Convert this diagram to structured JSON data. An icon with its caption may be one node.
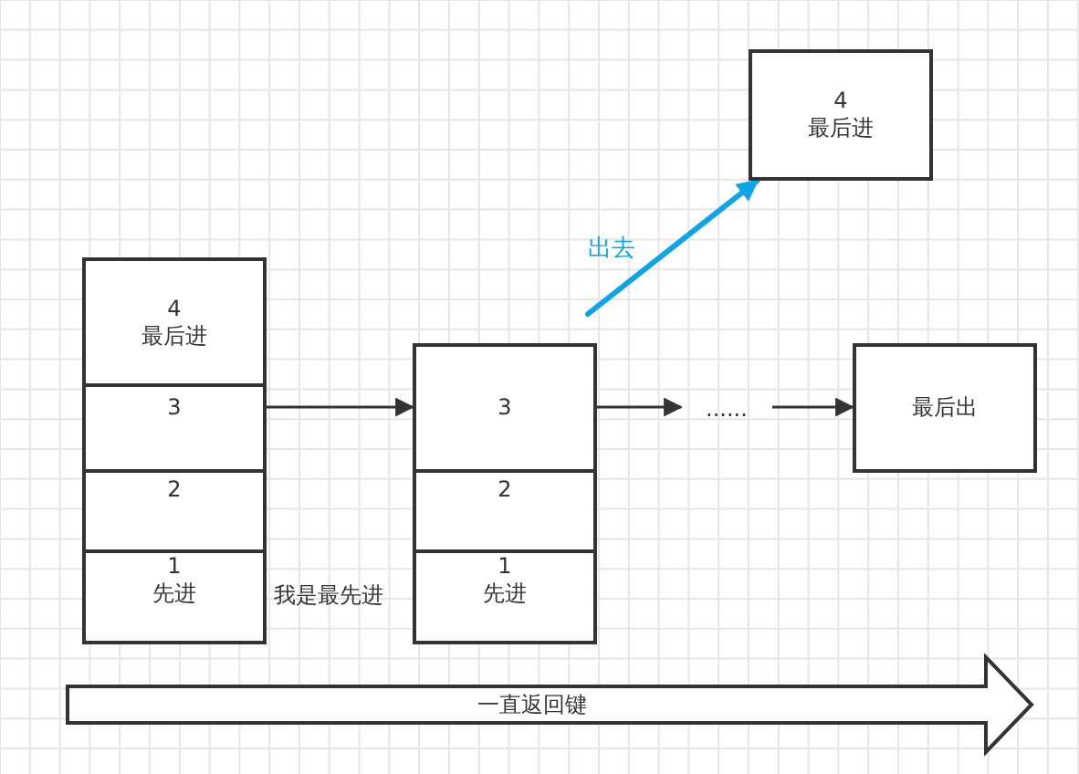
{
  "diagram": {
    "nodes": [
      {
        "text": [
          "4",
          "最后进"
        ]
      },
      {
        "text": [
          "3"
        ]
      },
      {
        "text": [
          "2"
        ]
      },
      {
        "text": [
          "1",
          "先进"
        ]
      },
      {
        "text": [
          "3"
        ]
      },
      {
        "text": [
          "2"
        ]
      },
      {
        "text": [
          "1",
          "先进"
        ]
      },
      {
        "text": [
          "4",
          "最后进"
        ]
      },
      {
        "text": [
          "......"
        ]
      },
      {
        "text": [
          "最后出"
        ]
      },
      {
        "text": [
          "一直返回键"
        ]
      }
    ],
    "edges": [
      {
        "from": 1,
        "to": 4,
        "arrow": "to"
      },
      {
        "from": 4,
        "to": 8,
        "arrow": "to"
      },
      {
        "from": 8,
        "to": 9,
        "arrow": "to"
      },
      {
        "from": null,
        "to": 7,
        "arrow": "to",
        "label": "出去",
        "style": "thick",
        "color": "#0ea5e6"
      }
    ],
    "labels": [
      "我是最先进"
    ]
  }
}
